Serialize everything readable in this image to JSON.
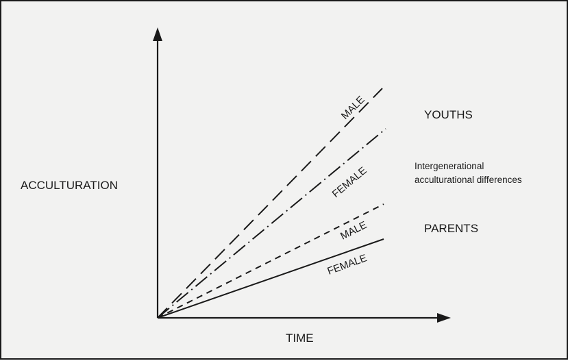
{
  "axes": {
    "y_label": "ACCULTURATION",
    "x_label": "TIME"
  },
  "lines": [
    {
      "id": "youth-male",
      "label": "MALE",
      "style": "long-dash"
    },
    {
      "id": "youth-female",
      "label": "FEMALE",
      "style": "dash-dot"
    },
    {
      "id": "parent-male",
      "label": "MALE",
      "style": "short-dash"
    },
    {
      "id": "parent-female",
      "label": "FEMALE",
      "style": "solid"
    }
  ],
  "groups": {
    "youths": "YOUTHS",
    "parents": "PARENTS"
  },
  "annotation": {
    "line1": "Intergenerational",
    "line2": "acculturational differences"
  },
  "colors": {
    "ink": "#1a1a1a",
    "background": "#f2f2f1"
  }
}
